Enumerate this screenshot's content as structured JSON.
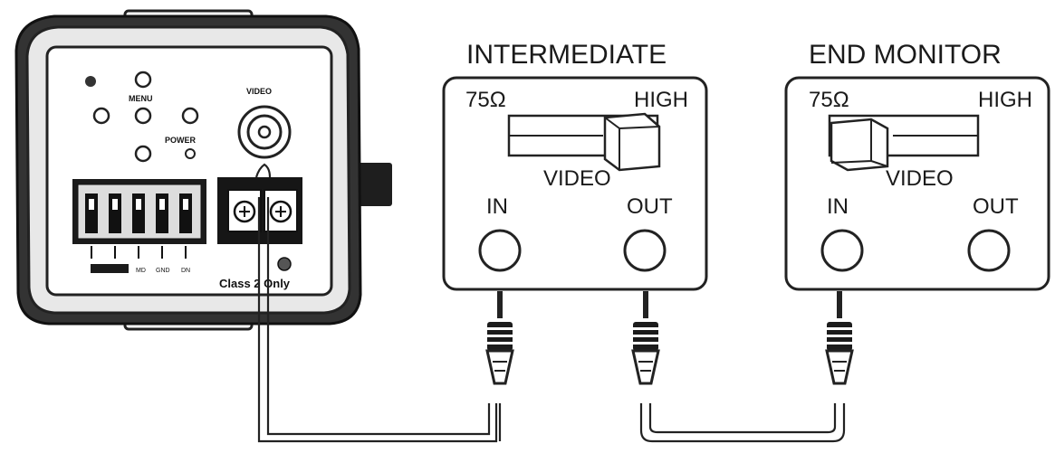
{
  "camera": {
    "menu_label": "MENU",
    "power_label": "POWER",
    "video_label": "VIDEO",
    "class_label": "Class 2 Only",
    "terminal_labels": [
      "MD",
      "GND",
      "DN"
    ]
  },
  "intermediate": {
    "title": "INTERMEDIATE",
    "switch_low": "75Ω",
    "switch_high": "HIGH",
    "switch_label": "VIDEO",
    "in_label": "IN",
    "out_label": "OUT",
    "switch_position": "HIGH"
  },
  "end_monitor": {
    "title": "END MONITOR",
    "switch_low": "75Ω",
    "switch_high": "HIGH",
    "switch_label": "VIDEO",
    "in_label": "IN",
    "out_label": "OUT",
    "switch_position": "75Ω"
  },
  "colors": {
    "line": "#1a1a1a",
    "camera_body": "#2b2b2b",
    "panel": "#ffffff"
  }
}
